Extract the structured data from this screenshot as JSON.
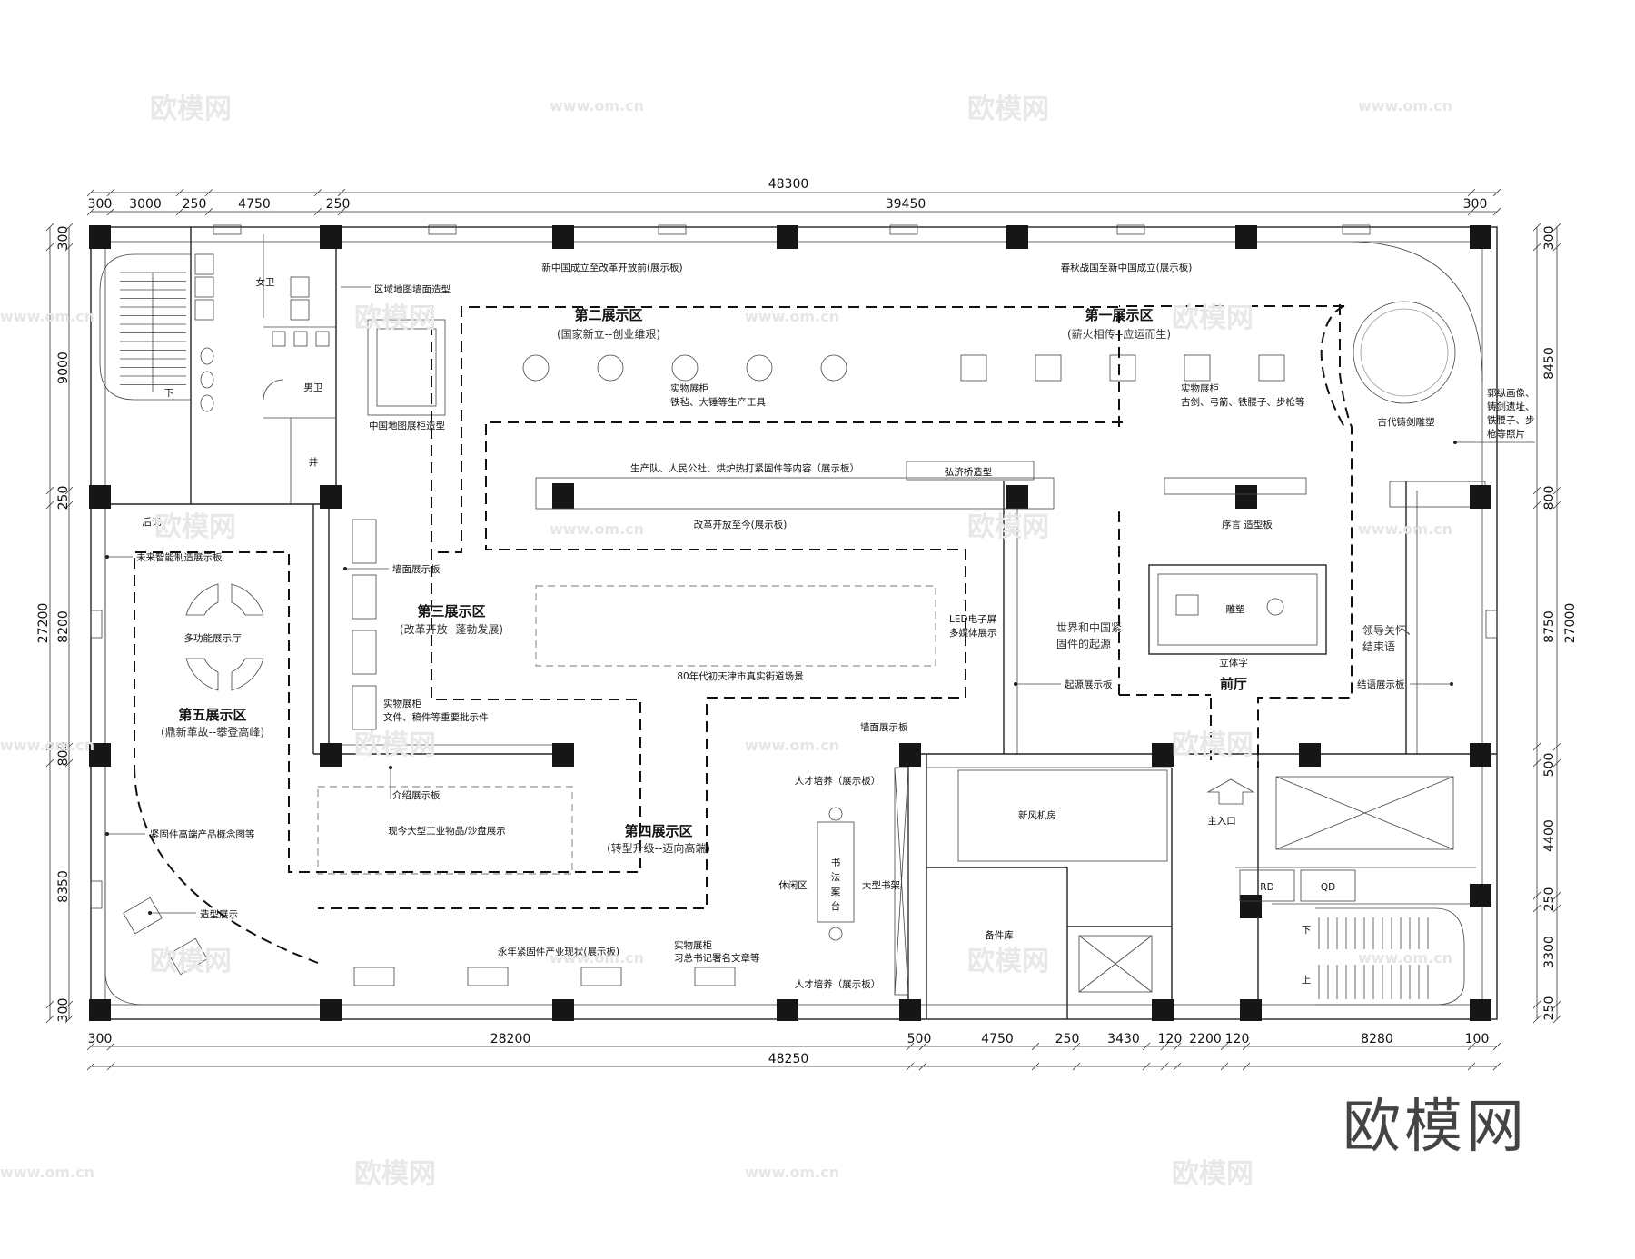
{
  "dimensions": {
    "top_total": "48300",
    "top_segments": [
      "300",
      "3000",
      "250",
      "4750",
      "250",
      "39450",
      "300"
    ],
    "bottom_total": "48250",
    "bottom_segments": [
      "300",
      "28200",
      "500",
      "4750",
      "250",
      "3430",
      "120",
      "2200",
      "120",
      "8280",
      "100"
    ],
    "left_total": "27200",
    "left_segments": [
      "300",
      "9000",
      "250",
      "8200",
      "800",
      "8350",
      "300"
    ],
    "right_total": "27000",
    "right_segments": [
      "300",
      "8450",
      "800",
      "8750",
      "500",
      "4400",
      "250",
      "3300",
      "250"
    ]
  },
  "zones": [
    {
      "title": "第一展示区",
      "subtitle": "(薪火相传--应运而生)"
    },
    {
      "title": "第二展示区",
      "subtitle": "(国家新立--创业维艰)"
    },
    {
      "title": "第三展示区",
      "subtitle": "(改革开放--蓬勃发展)"
    },
    {
      "title": "第四展示区",
      "subtitle": "(转型升级--迈向高端)"
    },
    {
      "title": "第五展示区",
      "subtitle": "(鼎新革故--攀登高峰)"
    }
  ],
  "labels": {
    "board_top_right": "春秋战国至新中国成立(展示板)",
    "board_top_left": "新中国成立至改革开放前(展示板)",
    "map_wall": "区域地图墙面造型",
    "map_cabinet": "中国地图展柜造型",
    "women_wc": "女卫",
    "men_wc": "男卫",
    "shaft": "井",
    "stair_down": "下",
    "cabinet2_title": "实物展柜",
    "cabinet2_desc": "铁毡、大锤等生产工具",
    "cabinet1_title": "实物展柜",
    "cabinet1_desc": "古剑、弓箭、铁腰子、步枪等",
    "sculpture_ancient": "古代铸剑雕塑",
    "right_photos": [
      "郭纵画像、",
      "铸剑遗址、",
      "铁腰子、步",
      "枪等照片"
    ],
    "production_board": "生产队、人民公社、烘炉热打紧固件等内容（展示板）",
    "bridge_model": "弘济桥造型",
    "reform_board": "改革开放至今(展示板)",
    "preface": "序言 造型板",
    "sculpture": "雕塑",
    "stereo_text": "立体字",
    "lobby": "前厅",
    "origin_title_1": "世界和中国紧",
    "origin_title_2": "固件的起源",
    "origin_board": "起源展示板",
    "leader_1": "领导关怀、",
    "leader_2": "结束语",
    "ending_board": "结语展示板",
    "epilogue": "后记",
    "future_board": "未来智能制造展示板",
    "multi_hall": "多功能展示厅",
    "wall_board": "墙面展示板",
    "tianjin_scene": "80年代初天津市真实街道场景",
    "led_1": "LED电子屏",
    "led_2": "多媒体展示",
    "cabinet3_title": "实物展柜",
    "cabinet3_desc": "文件、稿件等重要批示件",
    "wall_board_2": "墙面展示板",
    "intro_board": "介绍展示板",
    "industry_display": "现今大型工业物品/沙盘展示",
    "talent_top": "人才培养（展示板）",
    "talent_bottom": "人才培养（展示板）",
    "leisure": "休闲区",
    "calligraphy": "书法案台",
    "bookshelf": "大型书架",
    "fresh_air": "新风机房",
    "storage": "备件库",
    "main_entrance": "主入口",
    "rd": "RD",
    "qd": "QD",
    "stair_down_2": "下",
    "stair_up": "上",
    "concept_board": "紧固件高端产品概念图等",
    "model_display": "造型展示",
    "industry_board": "永年紧固件产业现状(展示板)",
    "cabinet4_title": "实物展柜",
    "cabinet4_desc": "习总书记署名文章等"
  },
  "watermark": {
    "brand": "欧模网",
    "url": "www.om.cn"
  }
}
